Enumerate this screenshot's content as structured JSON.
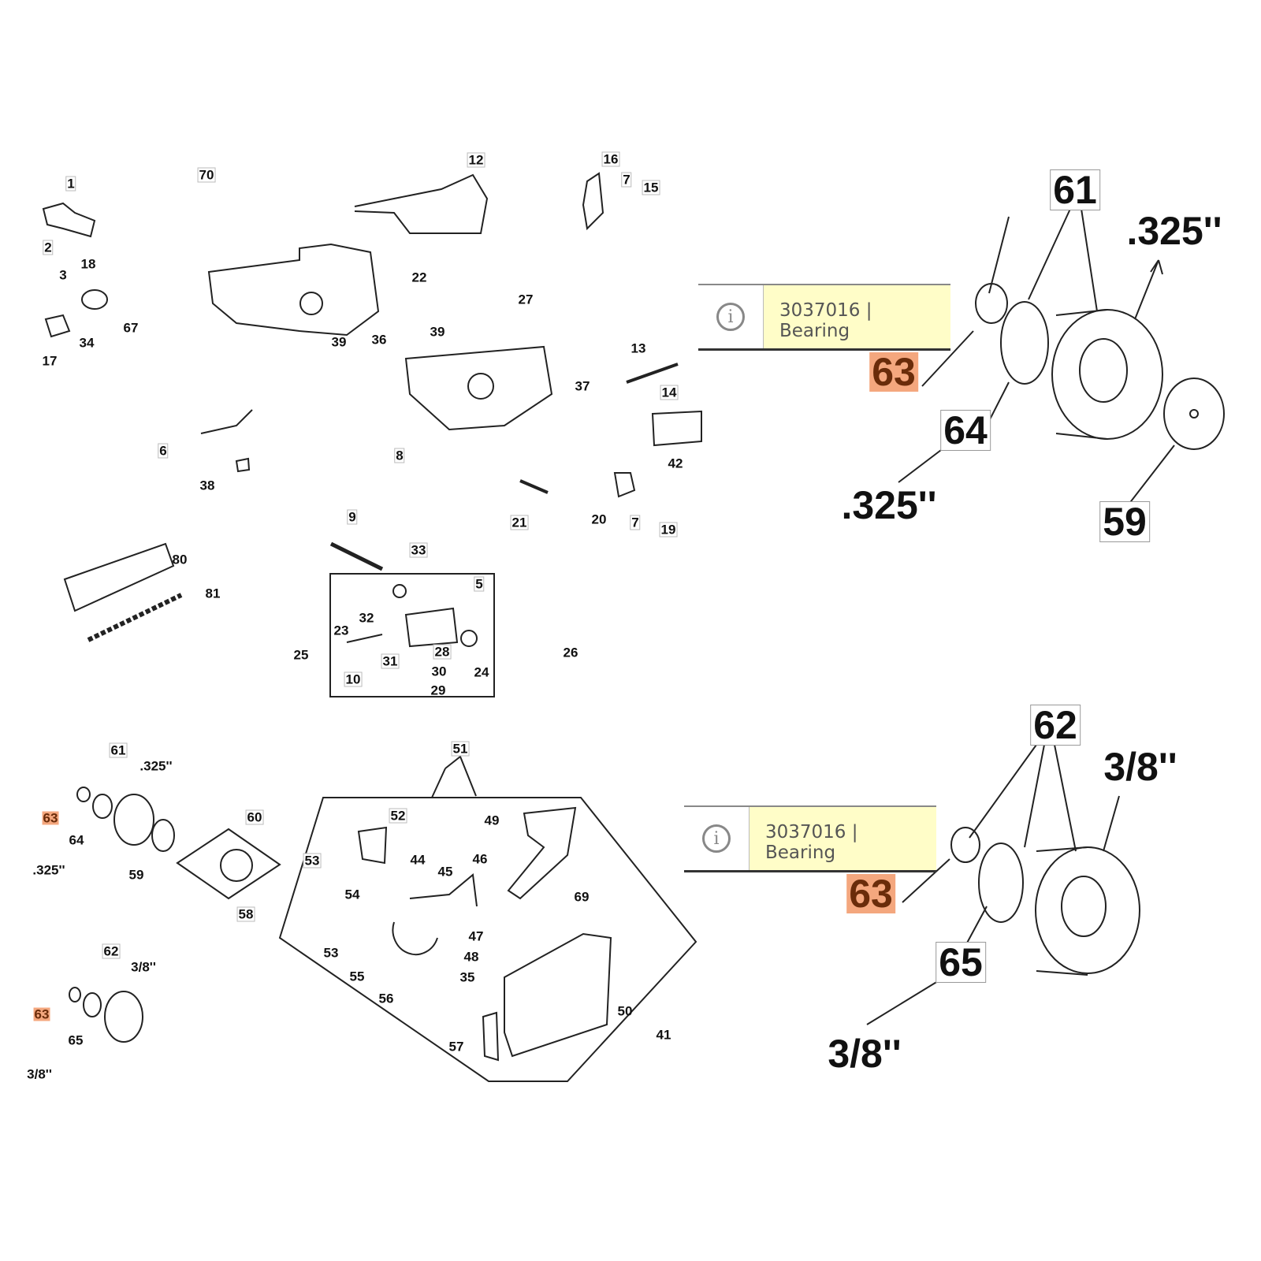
{
  "labels": [
    "70",
    "12",
    "16",
    "7",
    "15",
    "1",
    "2",
    "3",
    "18",
    "67",
    "34",
    "17",
    "22",
    "27",
    "39",
    "36",
    "39",
    "13",
    "14",
    "37",
    "6",
    "8",
    "42",
    "38",
    "21",
    "20",
    "7",
    "19",
    "9",
    "33",
    "80",
    "81",
    "5",
    "23",
    "32",
    "25",
    "31",
    "28",
    "10",
    "30",
    "24",
    "29",
    "26",
    "61",
    ".325''",
    "63",
    "64",
    ".325''",
    "59",
    "60",
    "58",
    "62",
    "3/8''",
    "63",
    "65",
    "3/8''",
    "51",
    "52",
    "49",
    "53",
    "44",
    "45",
    "46",
    "54",
    "69",
    "47",
    "48",
    "53",
    "35",
    "55",
    "56",
    "50",
    "57",
    "41"
  ],
  "detail_top": {
    "labels": [
      "61",
      ".325''",
      "63",
      "64",
      ".325''",
      "59"
    ]
  },
  "detail_bottom": {
    "labels": [
      "62",
      "3/8''",
      "63",
      "65",
      "3/8''"
    ]
  },
  "tooltips": [
    {
      "icon": "info-icon",
      "text": "3037016 | Bearing"
    },
    {
      "icon": "info-icon",
      "text": "3037016 | Bearing"
    }
  ],
  "colors": {
    "highlight": "#f4a77e",
    "tooltip_bg": "#fffdc8"
  }
}
